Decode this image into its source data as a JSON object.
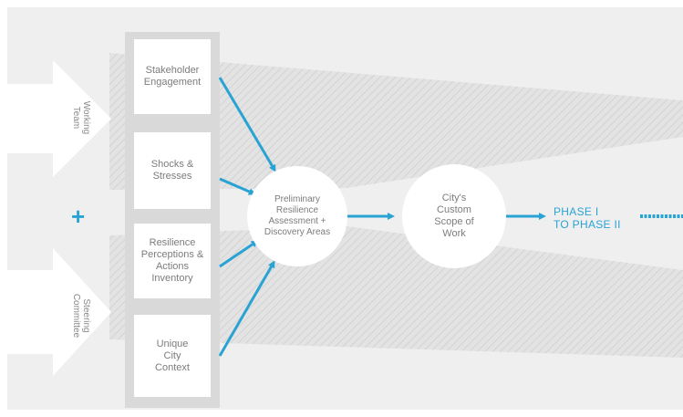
{
  "diagram": {
    "inputs": {
      "working_team": "Working Team",
      "plus_sign": "+",
      "steering_committee": "Steering Committee"
    },
    "boxes": [
      {
        "label": "Stakeholder Engagement"
      },
      {
        "label": "Shocks & Stresses"
      },
      {
        "label": "Resilience Perceptions & Actions Inventory"
      },
      {
        "label": "Unique City Context"
      }
    ],
    "assessment_circle": "Preliminary Resilience Assessment + Discovery Areas",
    "scope_circle": "City's Custom Scope of Work",
    "phase_label_line1": "PHASE I",
    "phase_label_line2": "TO PHASE II",
    "colors": {
      "accent_blue": "#29a3d4",
      "panel_gray": "#d9d9d9",
      "band_gray": "#e6e6e6",
      "text_gray": "#7c7c7c"
    }
  }
}
